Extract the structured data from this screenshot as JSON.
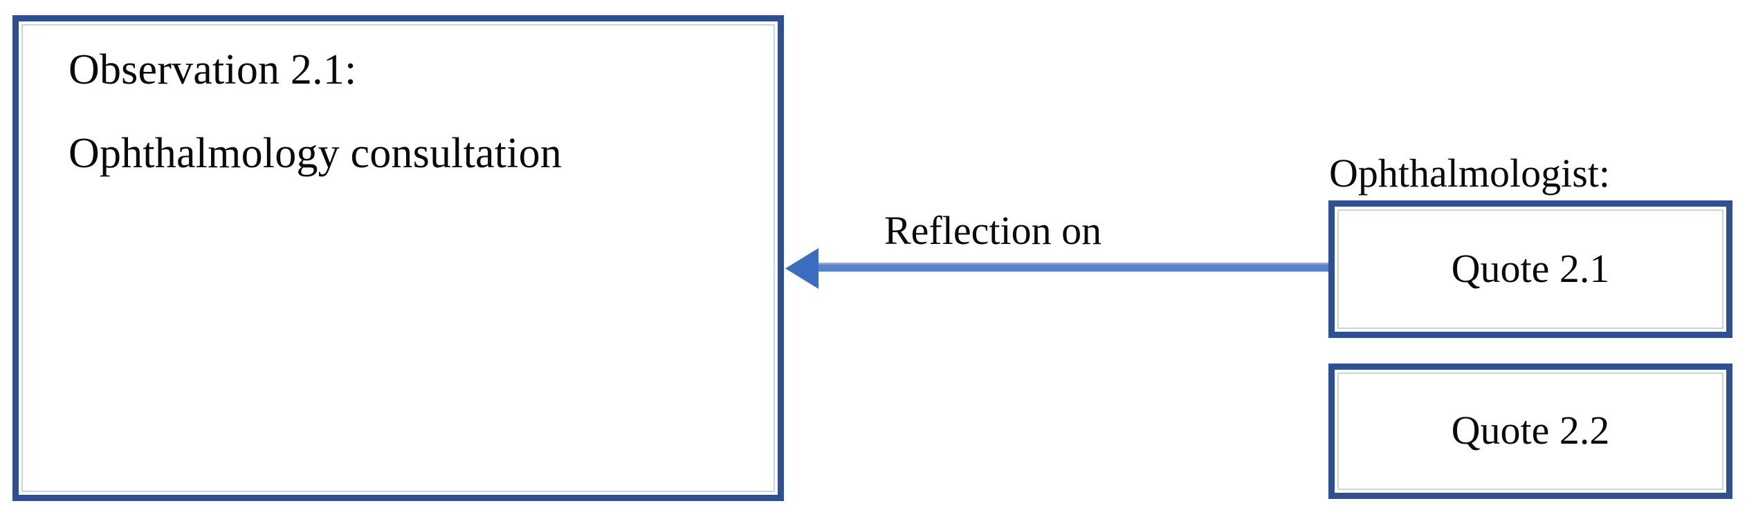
{
  "diagram": {
    "title": "Observation 2.1 reflection diagram",
    "colors": {
      "box_border": "#2E5090",
      "box_inner_highlight": "#c7d3e8",
      "arrow": "#5B82C8",
      "background": "#ffffff",
      "text": "#0a0a0a"
    },
    "observation_box": {
      "heading": "Observation 2.1:",
      "body": "Ophthalmology consultation"
    },
    "connector": {
      "label": "Reflection on",
      "direction": "left",
      "arrowhead": "left-triangle-arrowhead-icon"
    },
    "evidence_group": {
      "label": "Ophthalmologist:",
      "quotes": [
        {
          "label": "Quote 2.1"
        },
        {
          "label": "Quote 2.2"
        }
      ]
    }
  }
}
